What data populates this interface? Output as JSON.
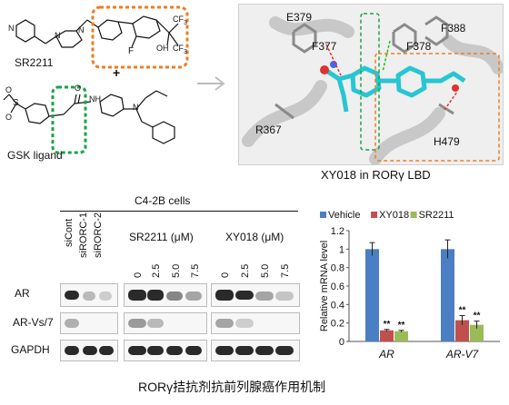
{
  "structures": {
    "sr2211_label": "SR2211",
    "plus": "+",
    "gsk_label": "GSK ligand",
    "substituents": {
      "cf3_top": "CF",
      "cf3_top_sub": "3",
      "cf3_bottom": "CF",
      "cf3_bottom_sub": "3",
      "oh": "OH",
      "f": "F",
      "nh": "N",
      "nh_h": "H",
      "o": "O",
      "s": "S",
      "n": "N"
    },
    "highlight_colors": {
      "orange": "#f07d20",
      "green": "#19a34a"
    }
  },
  "docking": {
    "caption": "XY018 in RORγ LBD",
    "residues": [
      "E379",
      "F377",
      "F378",
      "F388",
      "R367",
      "H479"
    ],
    "ligand_color": "#27c6d2"
  },
  "blot": {
    "cell_line": "C4-2B cells",
    "treatments": [
      {
        "name": "SR2211 (μM)",
        "lanes": [
          "0",
          "2.5",
          "5.0",
          "7.5"
        ]
      },
      {
        "name": "XY018 (μM)",
        "lanes": [
          "0",
          "2.5",
          "5.0",
          "7.5"
        ]
      }
    ],
    "sirna_lanes": [
      "siCont",
      "siRORC-1",
      "siRORC-2"
    ],
    "rows": [
      "AR",
      "AR-Vs/7",
      "GAPDH"
    ]
  },
  "chart_data": {
    "type": "bar",
    "categories": [
      "AR",
      "AR-V7"
    ],
    "series": [
      {
        "name": "Vehicle",
        "values": [
          1.0,
          1.0
        ],
        "errors": [
          0.07,
          0.1
        ],
        "color": "#4a7fc4",
        "sig": [
          "",
          ""
        ]
      },
      {
        "name": "XY018",
        "values": [
          0.12,
          0.23
        ],
        "errors": [
          0.01,
          0.05
        ],
        "color": "#c0504d",
        "sig": [
          "**",
          "**"
        ]
      },
      {
        "name": "SR2211",
        "values": [
          0.11,
          0.18
        ],
        "errors": [
          0.01,
          0.04
        ],
        "color": "#9bbb59",
        "sig": [
          "**",
          "**"
        ]
      }
    ],
    "ylabel": "Relative mRNA level",
    "ylim": [
      0,
      1.2
    ],
    "yticks": [
      "0",
      "0.2",
      "0.4",
      "0.6",
      "0.8",
      "1",
      "1.2"
    ],
    "legend": "top"
  },
  "caption": "RORγ拮抗剂抗前列腺癌作用机制"
}
